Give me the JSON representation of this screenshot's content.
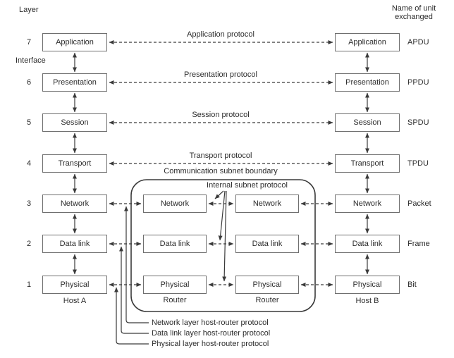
{
  "diagram_title": "Layer",
  "unit_header": {
    "line1": "Name of unit",
    "line2": "exchanged"
  },
  "interface_label": "Interface",
  "layers": [
    {
      "number": "7",
      "name": "Application",
      "unit": "APDU",
      "protocol": "Application protocol"
    },
    {
      "number": "6",
      "name": "Presentation",
      "unit": "PPDU",
      "protocol": "Presentation protocol"
    },
    {
      "number": "5",
      "name": "Session",
      "unit": "SPDU",
      "protocol": "Session protocol"
    },
    {
      "number": "4",
      "name": "Transport",
      "unit": "TPDU",
      "protocol": "Transport protocol"
    },
    {
      "number": "3",
      "name": "Network",
      "unit": "Packet"
    },
    {
      "number": "2",
      "name": "Data link",
      "unit": "Frame"
    },
    {
      "number": "1",
      "name": "Physical",
      "unit": "Bit"
    }
  ],
  "hosts": [
    {
      "label": "Host A"
    },
    {
      "label": "Host B"
    }
  ],
  "subnet": {
    "boundary_label": "Communication subnet boundary",
    "internal_protocol_label": "Internal subnet protocol",
    "routers": [
      {
        "label": "Router",
        "layers": [
          "Network",
          "Data link",
          "Physical"
        ]
      },
      {
        "label": "Router",
        "layers": [
          "Network",
          "Data link",
          "Physical"
        ]
      }
    ]
  },
  "host_router_protocols": [
    "Network layer host-router protocol",
    "Data link layer host-router protocol",
    "Physical layer host-router protocol"
  ],
  "colors": {
    "line": "#3a3a3a",
    "box_border": "#6f6f6f",
    "text": "#2c2c2c",
    "background": "#ffffff"
  }
}
